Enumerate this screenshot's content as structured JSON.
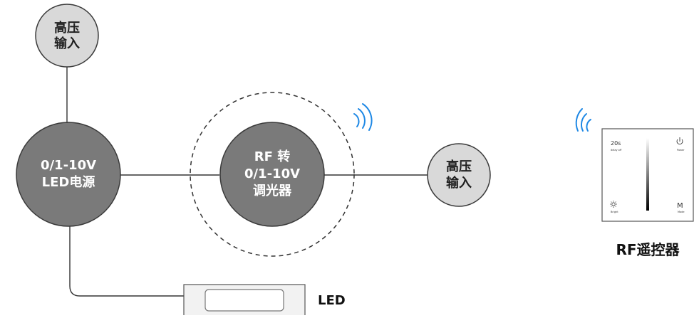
{
  "nodes": {
    "hv_input_top": {
      "lines": [
        "高压",
        "输入"
      ]
    },
    "power_supply": {
      "lines": [
        "0/1-10V",
        "LED电源"
      ]
    },
    "rf_dimmer": {
      "lines": [
        "RF 转",
        "0/1-10V",
        "调光器"
      ]
    },
    "hv_input_right": {
      "lines": [
        "高压",
        "输入"
      ]
    }
  },
  "led": {
    "label": "LED"
  },
  "remote": {
    "caption": "RF遥控器",
    "top_left_value": "20s",
    "top_left_sub": "delay off",
    "top_right_sub": "Power",
    "bottom_left_sub": "Bright",
    "bottom_right_symbol": "M",
    "bottom_right_sub": "Mode"
  },
  "colors": {
    "big_node": "#7a7a7a",
    "small_node": "#d9d9d9",
    "node_stroke": "#3a3a3a",
    "wireless": "#1e88e5",
    "wire": "#333333"
  }
}
